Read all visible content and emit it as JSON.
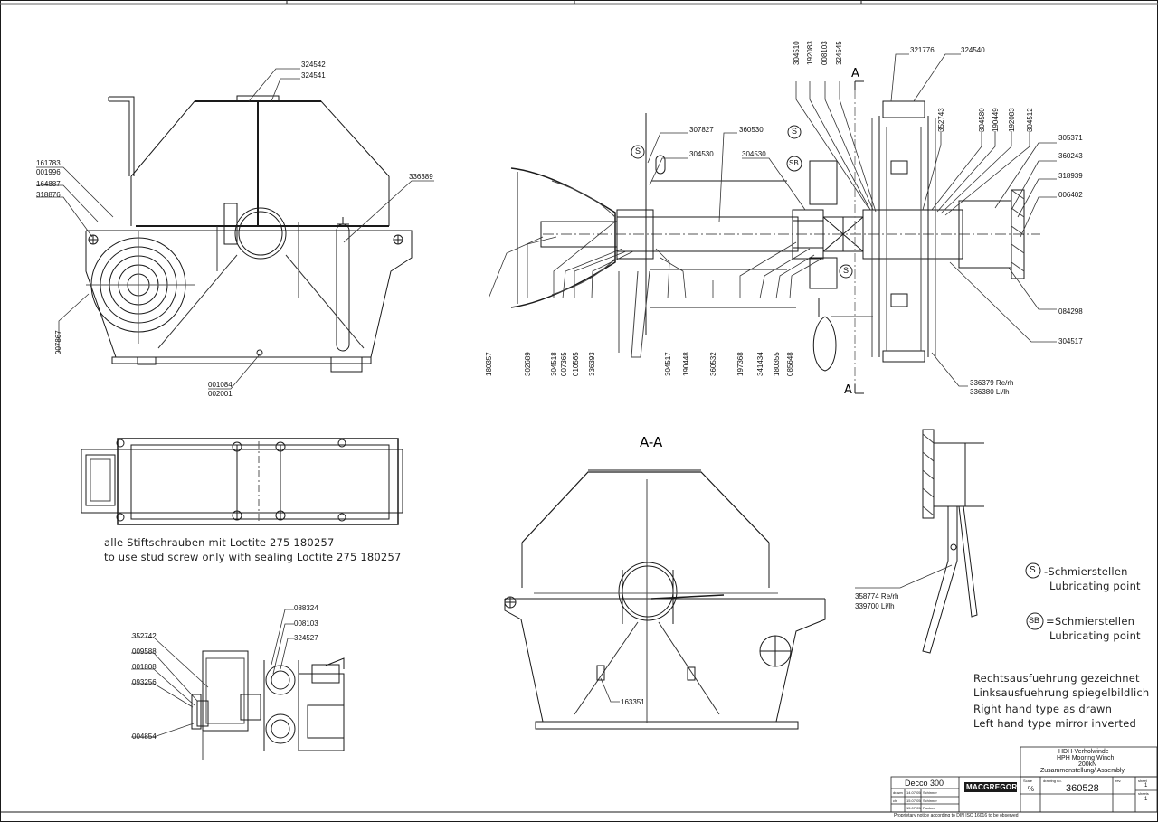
{
  "part_labels": {
    "p324542": "324542",
    "p324541": "324541",
    "p161783": "161783",
    "p001996": "001996",
    "p164887": "164887",
    "p318876": "318876",
    "p336389": "336389",
    "p007867": "007867",
    "p001084": "001084",
    "p002001": "002001",
    "p307827": "307827",
    "p304530a": "304530",
    "p360530": "360530",
    "p304530b": "304530",
    "p321776": "321776",
    "p324540": "324540",
    "p305371": "305371",
    "p360243": "360243",
    "p318939": "318939",
    "p006402": "006402",
    "p084298": "084298",
    "p304517r": "304517",
    "p336379": "336379 Re/rh",
    "p336380": "336380 Li/lh",
    "p352742": "352742",
    "p009588": "009588",
    "p001808": "001808",
    "p093256": "093256",
    "p004854": "004854",
    "p088324": "088324",
    "p008103": "008103",
    "p324527": "324527",
    "p163351": "163351",
    "p358774": "358774 Re/rh",
    "p339700": "339700 Li/lh"
  },
  "vertical_labels": {
    "v304510": "304510",
    "v192083a": "192083",
    "v008103": "008103",
    "v324545": "324545",
    "v352743": "352743",
    "v304580": "304580",
    "v190449": "190449",
    "v192083b": "192083",
    "v304512": "304512",
    "v180357": "180357",
    "v302689": "302689",
    "v304518": "304518",
    "v007365": "007365",
    "v010565": "010565",
    "v336393": "336393",
    "v304517": "304517",
    "v190448": "190448",
    "v360532": "360532",
    "v197368": "197368",
    "v341434": "341434",
    "v180355": "180355",
    "v085648": "085648"
  },
  "section_marks": {
    "a_top": "A",
    "a_bottom": "A",
    "aa": "A-A",
    "s1": "S",
    "s2": "S",
    "sb": "SB",
    "s3": "S",
    "s_legend": "S",
    "sb_legend": "SB"
  },
  "notes": {
    "stud_de": "alle Stiftschrauben mit Loctite 275 180257",
    "stud_en": "to use stud screw only with sealing Loctite 275 180257",
    "lub_s_de": "-Schmierstellen",
    "lub_s_en": "Lubricating point",
    "lub_sb_de": "=Schmierstellen",
    "lub_sb_en": "Lubricating point",
    "hand_1": "Rechtsausfuehrung gezeichnet",
    "hand_2": "Linksausfuehrung spiegelbildlich",
    "hand_3": "Right hand type as drawn",
    "hand_4": "Left hand type mirror inverted"
  },
  "title_block": {
    "title_1": "HDH-Verholwinde",
    "title_2": "HPH Mooring Winch",
    "title_3": "200kN",
    "title_4": "Zusammenstellung/ Assembly",
    "project": "Decco 300",
    "company": "MACGREGOR",
    "scale_label": "Scale",
    "scale": "%",
    "drawing_no_label": "drawing no.",
    "drawing_no": "360528",
    "rev_label": "rev.",
    "sheet_label": "sheet",
    "sheet": "1",
    "sheets_label": "sheets",
    "sheets": "1",
    "drawn_label": "drawn",
    "drawn_date": "14.07.05",
    "drawn_by": "Schinner",
    "checked_label": "ch.",
    "checked_date": "15.07.05",
    "checked_by": "Schinner",
    "appr_label": "",
    "appr_date": "15.07.05",
    "appr_by": "Pankow",
    "proprietary": "Proprietary notice according to DIN ISO 16016 to be observed"
  },
  "colors": {
    "line": "#1a1a1a",
    "thin": "#444444",
    "paper": "#ffffff"
  }
}
